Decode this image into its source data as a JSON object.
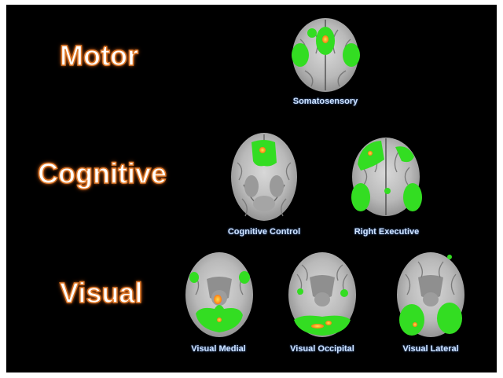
{
  "categories": {
    "motor": "Motor",
    "cognitive": "Cognitive",
    "visual": "Visual"
  },
  "networks": {
    "somatosensory": "Somatosensory",
    "cognitive_control": "Cognitive Control",
    "right_executive": "Right Executive",
    "visual_medial": "Visual Medial",
    "visual_occipital": "Visual Occipital",
    "visual_lateral": "Visual Lateral"
  },
  "colors": {
    "background": "#000000",
    "category_text": "#ffffff",
    "category_glow": "#e07a2a",
    "network_label": "#cfe3ff",
    "activation_green": "#33dd22",
    "activation_hot": "#ff8c1a",
    "brain_gray": "#b9b9b9"
  }
}
